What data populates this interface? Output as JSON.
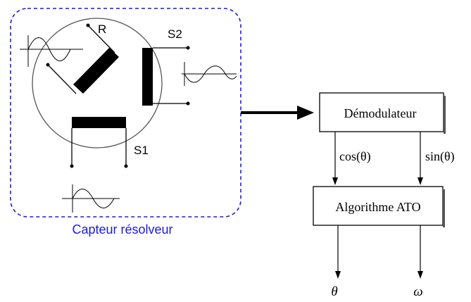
{
  "resolver": {
    "caption": "Capteur résolveur",
    "rotor_label": "R",
    "stator2_label": "S2",
    "stator1_label": "S1"
  },
  "blocks": {
    "demodulator": "Démodulateur",
    "algorithm": "Algorithme ATO"
  },
  "signals": {
    "cos": "cos(θ)",
    "sin": "sin(θ)",
    "theta": "θ",
    "omega": "ω"
  },
  "colors": {
    "caption": "#1a1adc",
    "dashed_border": "#1a1adc",
    "stroke": "#000000"
  }
}
